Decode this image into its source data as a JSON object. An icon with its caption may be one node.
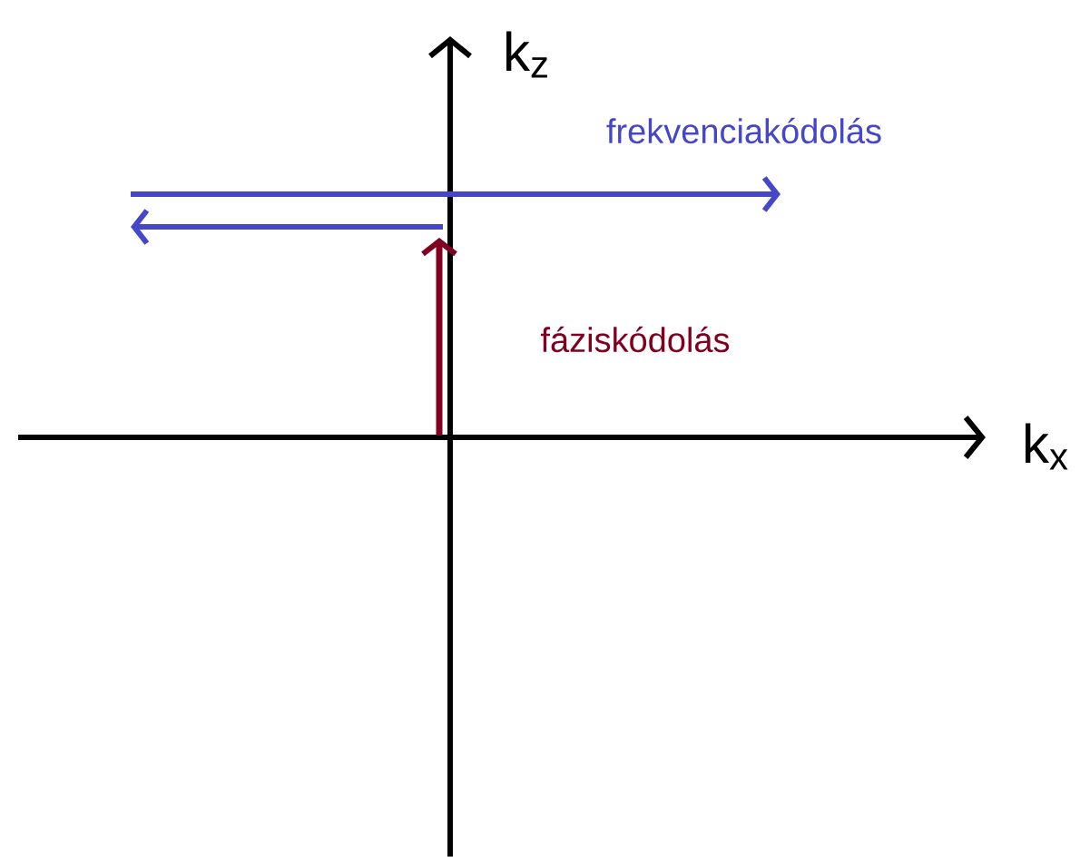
{
  "diagram": {
    "labels": [
      "k$_{z}$",
      "frekvenciakódolás",
      "fáziskódolás",
      "k$_{x}$"
    ]
  }
}
